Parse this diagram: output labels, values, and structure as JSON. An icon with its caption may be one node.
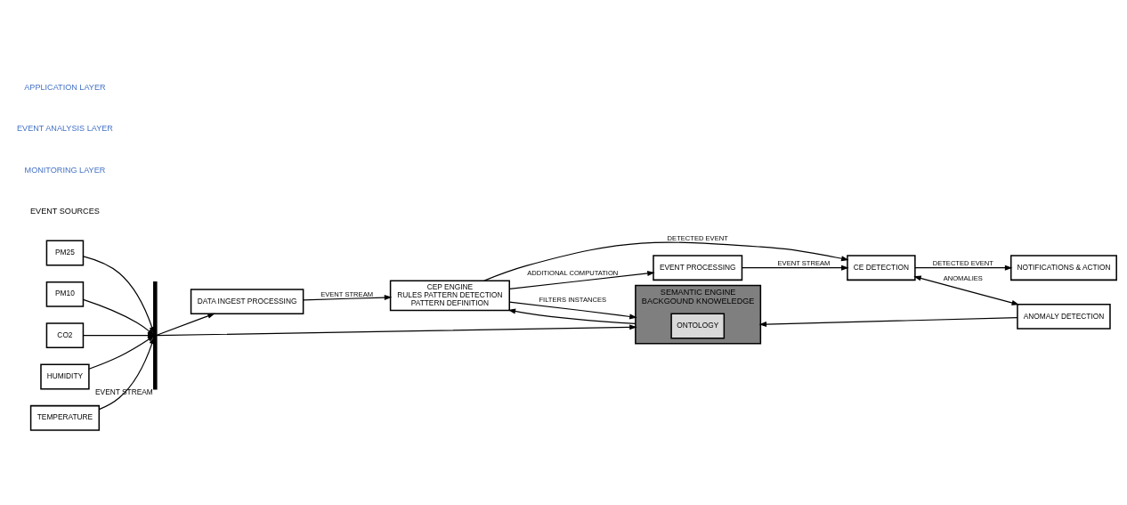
{
  "diagram": {
    "nodes": [
      {
        "text": [
          "PM25"
        ]
      },
      {
        "text": [
          "PM10"
        ]
      },
      {
        "text": [
          "CO2"
        ]
      },
      {
        "text": [
          "HUMIDITY"
        ]
      },
      {
        "text": [
          "TEMPERATURE"
        ]
      },
      {
        "text": [],
        "shape": "bar",
        "beside": [
          "EVENT STREAM"
        ]
      },
      {
        "text": [
          "DATA INGEST PROCESSING"
        ]
      },
      {
        "text": [
          "EVENT PROCESSING"
        ]
      },
      {
        "text": [
          "CEP ENGINE",
          "RULES PATTERN DETECTION",
          "PATTERN DEFINITION"
        ]
      },
      {
        "text": [
          "SEMANTIC ENGINE",
          "BACKGOUND KNOWELEDGE"
        ]
      },
      {
        "text": [
          "ONTOLOGY"
        ],
        "in": 9
      },
      {
        "text": [
          "CE DETECTION"
        ]
      },
      {
        "text": [
          "ANOMALY DETECTION"
        ]
      },
      {
        "text": [
          "NOTIFICATIONS & ACTION"
        ]
      }
    ],
    "edges": [
      {
        "from": 0,
        "to": 5,
        "arrow": "to"
      },
      {
        "from": 1,
        "to": 5,
        "arrow": "to"
      },
      {
        "from": 2,
        "to": 5,
        "arrow": "to"
      },
      {
        "from": 3,
        "to": 5,
        "arrow": "to"
      },
      {
        "from": 4,
        "to": 5,
        "arrow": "to"
      },
      {
        "from": 5,
        "to": 6,
        "arrow": "to"
      },
      {
        "from": 5,
        "to": 9,
        "arrow": "to"
      },
      {
        "from": 6,
        "to": 8,
        "arrow": "to",
        "label": "EVENT STREAM"
      },
      {
        "from": 8,
        "to": 7,
        "arrow": "to",
        "label": "ADDITIONAL COMPUTATION"
      },
      {
        "from": 7,
        "to": 11,
        "arrow": "to",
        "label": "EVENT STREAM"
      },
      {
        "from": 8,
        "to": 11,
        "arrow": "to",
        "label": "DETECTED EVENT"
      },
      {
        "from": 8,
        "to": 9,
        "arrow": "to",
        "label": "FILTERS INSTANCES"
      },
      {
        "from": 9,
        "to": 8,
        "arrow": "to"
      },
      {
        "from": 11,
        "to": 12,
        "arrow": "both",
        "label": "ANOMALIES"
      },
      {
        "from": 12,
        "to": 9,
        "arrow": "to"
      },
      {
        "from": 11,
        "to": 13,
        "arrow": "to",
        "label": "DETECTED EVENT"
      }
    ],
    "labels": [
      "EVENT SOURCES",
      "MONITORING LAYER",
      "EVENT ANALYSIS LAYER",
      "APPLICATION LAYER"
    ]
  }
}
